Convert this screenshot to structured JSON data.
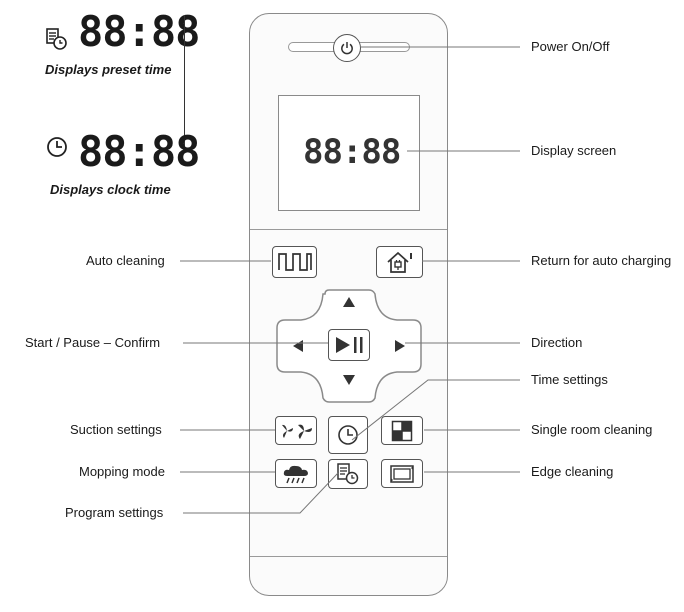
{
  "left_panel": {
    "preset_digits": "88:88",
    "preset_caption": "Displays preset time",
    "preset_icon": "program-clock-icon",
    "clock_digits": "88:88",
    "clock_caption": "Displays clock time",
    "clock_icon": "clock-icon"
  },
  "remote": {
    "screen_digits": "88:88",
    "buttons": {
      "power": "power-icon",
      "auto_cleaning": "square-wave-icon",
      "return_charging": "house-plug-icon",
      "start_pause": "play-pause-icon",
      "suction": "fan-icon",
      "time": "clock-icon",
      "single_room": "room-grid-icon",
      "mopping": "cloud-rain-icon",
      "program": "program-clock-icon",
      "edge": "edge-frame-icon"
    }
  },
  "labels": {
    "power": "Power On/Off",
    "display": "Display screen",
    "auto_cleaning": "Auto cleaning",
    "return_charging": "Return for auto charging",
    "start_pause": "Start / Pause – Confirm",
    "direction": "Direction",
    "time_settings": "Time settings",
    "suction": "Suction settings",
    "single_room": "Single room cleaning",
    "mopping": "Mopping mode",
    "edge": "Edge cleaning",
    "program": "Program settings"
  },
  "colors": {
    "ink": "#1a1a1a",
    "outline": "#8a8a8a",
    "digits": "#333333"
  }
}
